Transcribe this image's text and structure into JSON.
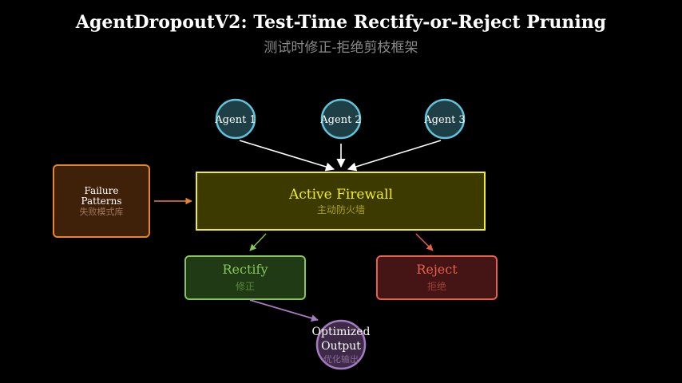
{
  "title": "AgentDropoutV2: Test-Time Rectify-or-Reject Pruning",
  "subtitle": "测试时修正-拒绝剪枝框架",
  "agents": [
    {
      "label": "Agent 1"
    },
    {
      "label": "Agent 2"
    },
    {
      "label": "Agent 3"
    }
  ],
  "failure_patterns": {
    "line1": "Failure",
    "line2": "Patterns",
    "cn": "失败模式库"
  },
  "firewall": {
    "label": "Active Firewall",
    "cn": "主动防火墙"
  },
  "rectify": {
    "label": "Rectify",
    "cn": "修正"
  },
  "reject": {
    "label": "Reject",
    "cn": "拒绝"
  },
  "output": {
    "line1": "Optimized",
    "line2": "Output",
    "cn": "优化输出"
  },
  "colors": {
    "background": "#000000",
    "agent_fill": "#1f3f47",
    "agent_stroke": "#5fc4dc",
    "firewall_fill": "#3d3a00",
    "firewall_stroke": "#f0ee2a",
    "failure_fill": "#3f2008",
    "failure_stroke": "#e8842c",
    "rectify_fill": "#1f3a14",
    "rectify_stroke": "#86c45c",
    "reject_fill": "#451414",
    "reject_stroke": "#e8604c",
    "output_fill": "#3e2948",
    "output_stroke": "#a57cc2"
  }
}
